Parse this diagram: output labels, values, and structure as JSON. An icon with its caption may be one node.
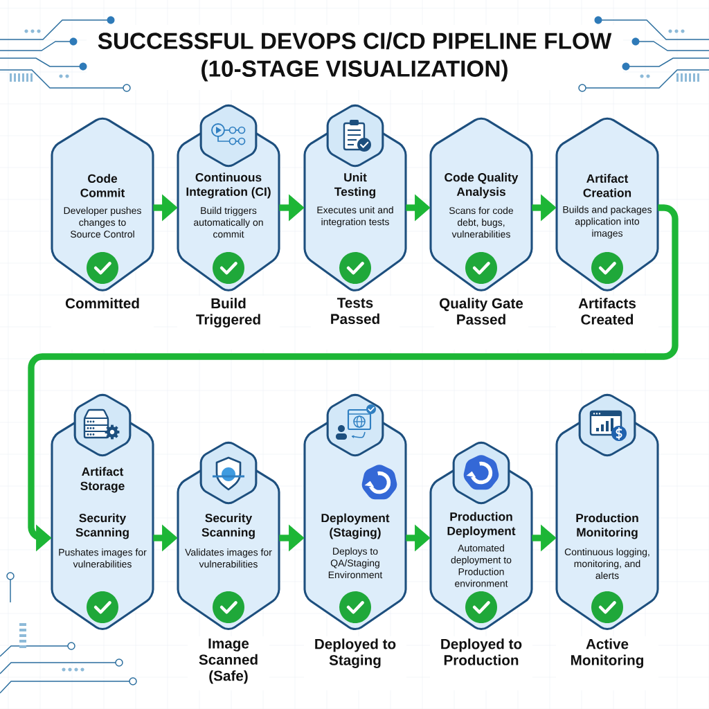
{
  "diagram": {
    "title": "SUCCESSFUL DEVOPS CI/CD PIPELINE FLOW (10-STAGE VISUALIZATION)",
    "nodes": [
      {
        "text": [
          "Code Commit",
          "Developer pushes changes to Source Control"
        ],
        "beside": [
          "Committed"
        ]
      },
      {
        "text": [
          "Continuous Integration (CI)",
          "Build triggers automatically on commit"
        ],
        "beside": [
          "Build Triggered"
        ]
      },
      {
        "text": [
          "Unit Testing",
          "Executes unit and integration tests"
        ],
        "beside": [
          "Tests Passed"
        ]
      },
      {
        "text": [
          "Code Quality Analysis",
          "Scans for code debt, bugs, vulnerabilities"
        ],
        "beside": [
          "Quality Gate Passed"
        ]
      },
      {
        "text": [
          "Artifact Creation",
          "Builds and packages application into images"
        ],
        "beside": [
          "Artifacts Created"
        ]
      },
      {
        "text": [
          "Artifact Storage",
          "Security Scanning",
          "Pushates images for vulnerabilities"
        ]
      },
      {
        "text": [
          "Security Scanning",
          "Validates images for vulnerabilities"
        ],
        "beside": [
          "Image Scanned (Safe)"
        ]
      },
      {
        "text": [
          "Deployment (Staging)",
          "Deploys to QA/Staging Environment"
        ],
        "beside": [
          "Deployed to Staging"
        ]
      },
      {
        "text": [
          "Production Deployment",
          "Automated deployment to Production environment"
        ],
        "beside": [
          "Deployed to Production"
        ]
      },
      {
        "text": [
          "Production Monitoring",
          "Continuous logging, monitoring, and alerts"
        ],
        "beside": [
          "Active Monitoring"
        ]
      }
    ],
    "edges": [
      {
        "from": 0,
        "to": 1,
        "arrow": "to"
      },
      {
        "from": 1,
        "to": 2,
        "arrow": "to"
      },
      {
        "from": 2,
        "to": 3,
        "arrow": "to"
      },
      {
        "from": 3,
        "to": 4,
        "arrow": "to"
      },
      {
        "from": 4,
        "to": 5,
        "arrow": "to"
      },
      {
        "from": 5,
        "to": 6,
        "arrow": "to"
      },
      {
        "from": 6,
        "to": 7,
        "arrow": "to"
      },
      {
        "from": 7,
        "to": 8,
        "arrow": "to"
      },
      {
        "from": 8,
        "to": 9,
        "arrow": "to"
      }
    ]
  }
}
